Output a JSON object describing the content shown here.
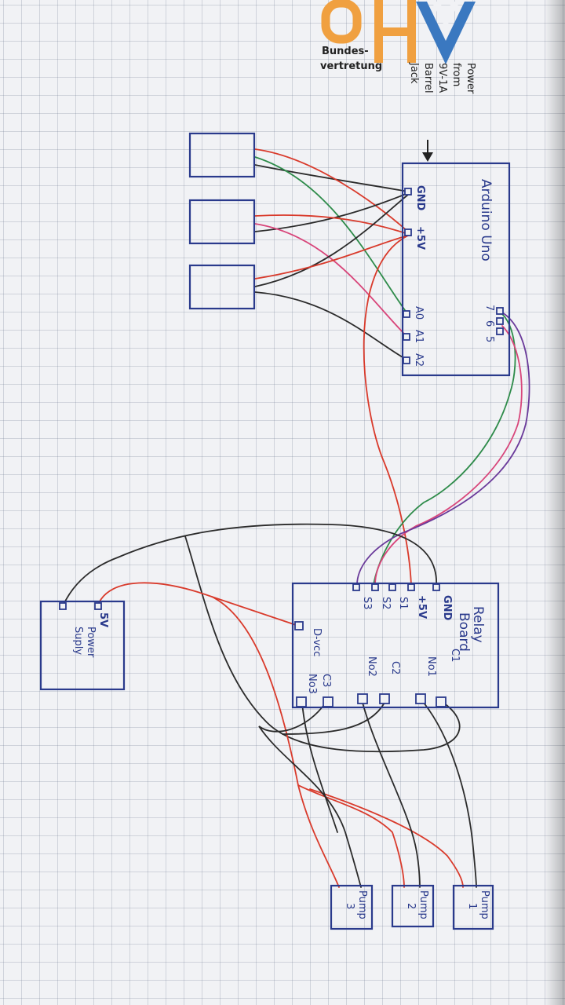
{
  "logo": {
    "letters": "OH",
    "text_line1": "Bundes-",
    "text_line2": "vertretung"
  },
  "power_note": [
    "Power",
    "from",
    "9V-1A",
    "Barrel",
    "Jack"
  ],
  "arduino": {
    "title": "Arduino Uno",
    "pins": {
      "gnd": "GND",
      "v5": "+5V",
      "a0": "A0",
      "a1": "A1",
      "a2": "A2",
      "d7": "7",
      "d6": "6",
      "d5": "5"
    }
  },
  "relay": {
    "title_line1": "Relay",
    "title_line2": "Board",
    "pins": {
      "gnd": "GND",
      "v5": "+5V",
      "s1": "S1",
      "s2": "S2",
      "s3": "S3",
      "dvcc": "D-vcc",
      "c1": "C1",
      "no1": "No1",
      "c2": "C2",
      "no2": "No2",
      "c3": "C3",
      "no3": "No3"
    }
  },
  "power_supply": {
    "label_line1": "Power",
    "label_line2": "Suply",
    "pin_5v": "5V"
  },
  "pumps": [
    {
      "name": "Pump",
      "number": "1"
    },
    {
      "name": "Pump",
      "number": "2"
    },
    {
      "name": "Pump",
      "number": "3"
    }
  ],
  "colors": {
    "ink_blue": "#2a3a8c",
    "wire_black": "#2b2b2b",
    "wire_red": "#d93a2b",
    "wire_green": "#2e8b4a",
    "wire_pink": "#d8457a",
    "wire_purple": "#6a3a9a",
    "logo_orange": "#f0a040",
    "logo_blue": "#3a78c0"
  }
}
